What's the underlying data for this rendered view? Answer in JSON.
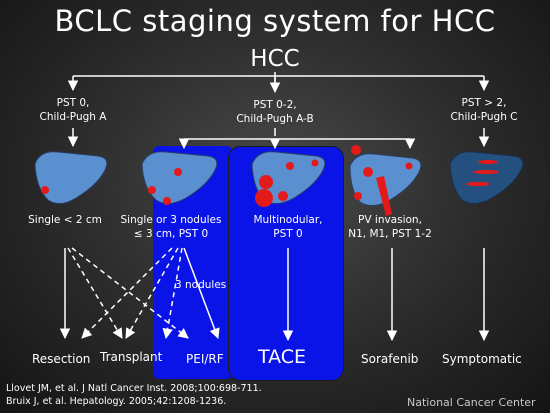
{
  "title": "BCLC staging system for HCC",
  "root": "HCC",
  "branches": [
    {
      "line1": "PST 0,",
      "line2": "Child-Pugh A"
    },
    {
      "line1": "PST 0-2,",
      "line2": "Child-Pugh A-B"
    },
    {
      "line1": "PST > 2,",
      "line2": "Child-Pugh C"
    }
  ],
  "stages": [
    {
      "line1": "Single < 2 cm",
      "line2": ""
    },
    {
      "line1": "Single or 3 nodules",
      "line2": "≤ 3 cm, PST 0"
    },
    {
      "line1": "Multinodular,",
      "line2": "PST 0"
    },
    {
      "line1": "PV invasion,",
      "line2": "N1, M1, PST 1-2"
    }
  ],
  "nodules_label": "3 nodules",
  "treatments": {
    "resection": "Resection",
    "transplant": "Transplant",
    "pei_rf": "PEI/RF",
    "tace": "TACE",
    "sorafenib": "Sorafenib",
    "symptomatic": "Symptomatic"
  },
  "references": [
    "Llovet JM, et al. J Natl Cancer Inst. 2008;100:698-711.",
    "Bruix J, et al. Hepatology. 2005;42:1208-1236."
  ],
  "footer": "National Cancer Center",
  "colors": {
    "highlight_blue": "#0a14e6",
    "liver_fill": "#5a8fd0",
    "liver_dark": "#23507f",
    "tumor_red": "#e41a1a",
    "connector": "#ffffff"
  }
}
